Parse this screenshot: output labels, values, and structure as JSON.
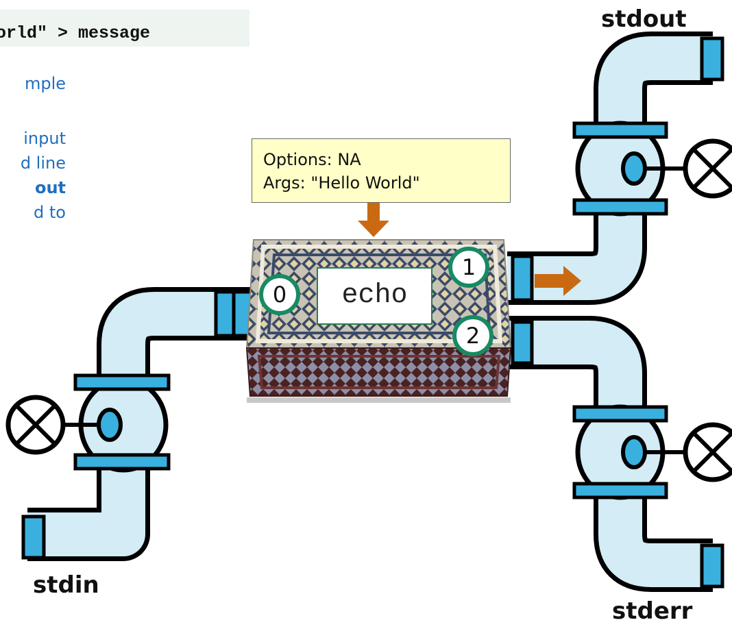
{
  "command": "orld\" > message",
  "note_lines": [
    "mple",
    "",
    "input",
    "d line",
    "out",
    "d to"
  ],
  "callout": {
    "options": "Options: NA",
    "args": "Args: \"Hello World\""
  },
  "program": "echo",
  "file_descriptors": {
    "stdin": "0",
    "stdout": "1",
    "stderr": "2"
  },
  "labels": {
    "stdin": "stdin",
    "stdout": "stdout",
    "stderr": "stderr"
  },
  "colors": {
    "pipe": "#d3ecf6",
    "flange": "#3ab0df",
    "arrow": "#c96a12",
    "fd_ring": "#178a64"
  }
}
